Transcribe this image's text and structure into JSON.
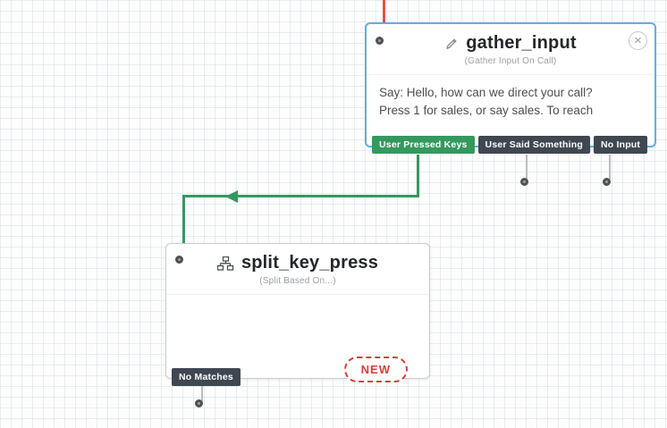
{
  "colors": {
    "selection_blue": "#5fb0e5",
    "connector_green": "#35985f",
    "connector_red": "#e0504c",
    "tab_dark": "#3f4751",
    "new_red": "#d4403a"
  },
  "gather_widget": {
    "title": "gather_input",
    "subtitle": "(Gather Input On Call)",
    "body": [
      "Say: Hello, how can we direct your call?",
      "Press 1 for sales, or say sales. To reach"
    ],
    "close_glyph": "×",
    "tabs": [
      {
        "label": "User Pressed Keys"
      },
      {
        "label": "User Said Something"
      },
      {
        "label": "No Input"
      }
    ]
  },
  "split_widget": {
    "title": "split_key_press",
    "subtitle": "(Split Based On...)",
    "tabs": [
      {
        "label": "No Matches"
      }
    ],
    "new_button_label": "NEW"
  }
}
